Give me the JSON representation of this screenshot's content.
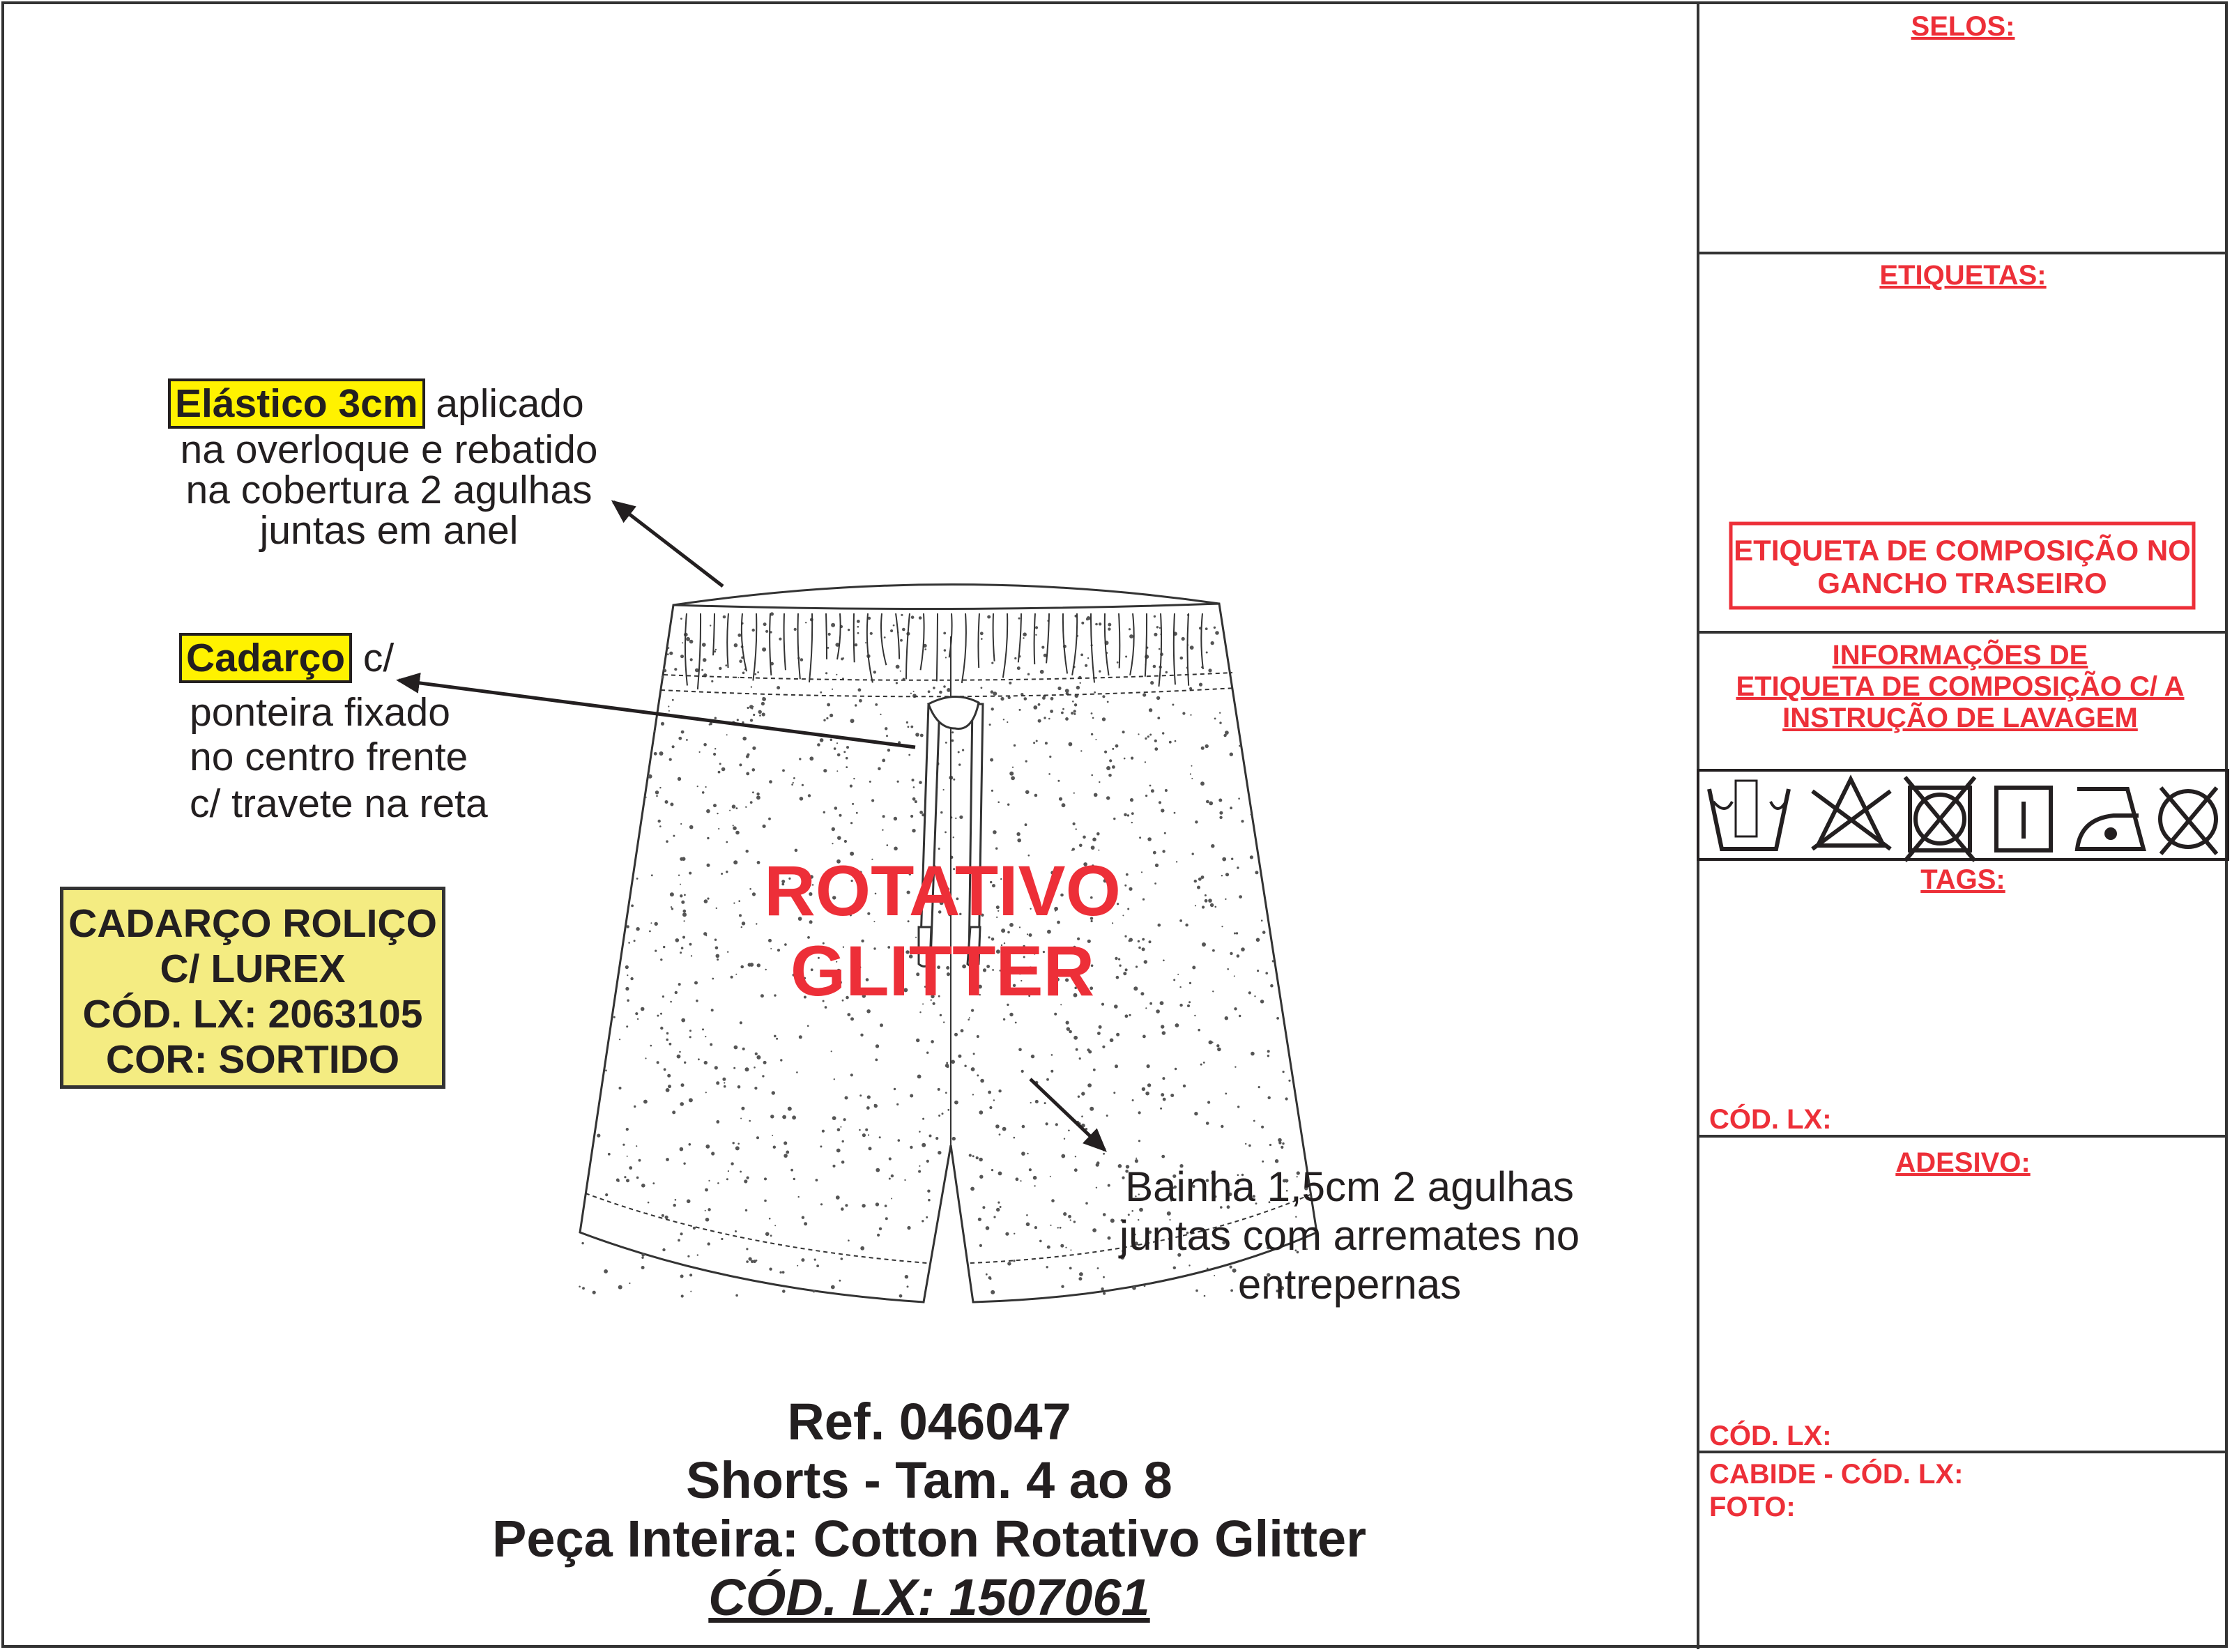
{
  "annotations": {
    "elastico": {
      "highlight": "Elástico 3cm",
      "lines": [
        " aplicado",
        "na overloque e rebatido",
        "na cobertura 2 agulhas",
        "juntas em anel"
      ]
    },
    "cadarco": {
      "highlight": "Cadarço",
      "lines": [
        " c/",
        "ponteira fixado",
        "no centro frente",
        "c/ travete na reta"
      ]
    },
    "bainha": {
      "lines": [
        "Bainha 1,5cm 2 agulhas",
        "juntas com arremates no",
        "entrepernas"
      ]
    }
  },
  "trim_box": {
    "lines": [
      "CADARÇO ROLIÇO",
      "C/ LUREX",
      "CÓD. LX: 2063105",
      "COR: SORTIDO"
    ]
  },
  "print_label": {
    "lines": [
      "ROTATIVO",
      "GLITTER"
    ]
  },
  "product": {
    "ref": "Ref. 046047",
    "name": "Shorts - Tam. 4 ao 8",
    "fabric": "Peça Inteira: Cotton Rotativo Glitter",
    "code": "CÓD. LX: 1507061"
  },
  "side_panel": {
    "selos": "SELOS:",
    "etiquetas": "ETIQUETAS:",
    "etiqueta_box": [
      "ETIQUETA DE COMPOSIÇÃO NO",
      "GANCHO TRASEIRO"
    ],
    "info": [
      "INFORMAÇÕES DE",
      "ETIQUETA DE COMPOSIÇÃO C/ A",
      "INSTRUÇÃO DE LAVAGEM"
    ],
    "care_symbols": [
      "hand-wash-icon",
      "do-not-bleach-icon",
      "do-not-tumble-dry-icon",
      "line-dry-icon",
      "iron-low-icon",
      "do-not-dry-clean-icon"
    ],
    "tags": "TAGS:",
    "tags_code": "CÓD. LX:",
    "adesivo": "ADESIVO:",
    "adesivo_code": "CÓD. LX:",
    "cabide": "CABIDE - CÓD. LX:",
    "foto": "FOTO:"
  },
  "colors": {
    "accent_red": "#ed2f38",
    "highlight_yellow": "#fff200",
    "trim_box_yellow": "#f4ec82"
  }
}
